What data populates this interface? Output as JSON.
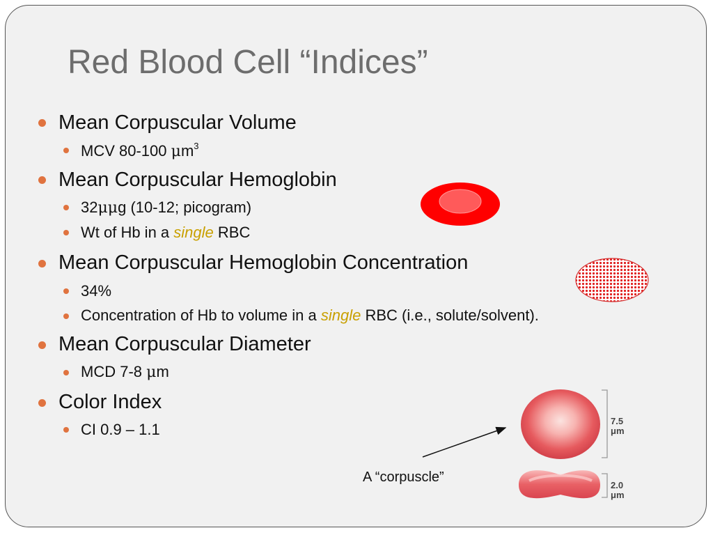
{
  "slide": {
    "title": "Red Blood Cell “Indices”",
    "bullets": [
      {
        "text": "Mean Corpuscular Volume",
        "subs": [
          {
            "parts": [
              "MCV  80-100 ",
              "μ",
              "m",
              "3"
            ]
          }
        ]
      },
      {
        "text": "Mean Corpuscular Hemoglobin",
        "subs": [
          {
            "parts": [
              "32",
              "μμ",
              "g (10-12; picogram)"
            ]
          },
          {
            "parts": [
              "Wt of Hb in a ",
              "single",
              " RBC"
            ]
          }
        ]
      },
      {
        "text": "Mean Corpuscular Hemoglobin Concentration",
        "subs": [
          {
            "parts": [
              "34%"
            ]
          },
          {
            "parts": [
              "Concentration of Hb to volume in a ",
              "single",
              " RBC (i.e., solute/solvent)."
            ]
          }
        ]
      },
      {
        "text": "Mean Corpuscular Diameter",
        "subs": [
          {
            "parts": [
              "MCD 7-8 ",
              "μ",
              "m"
            ]
          }
        ]
      },
      {
        "text": "Color Index",
        "subs": [
          {
            "parts": [
              "CI 0.9 – 1.1"
            ]
          }
        ]
      }
    ],
    "figure": {
      "caption": "A “corpuscle”",
      "diameter_value": "7.5",
      "diameter_unit": "μm",
      "thickness_value": "2.0",
      "thickness_unit": "μm"
    }
  }
}
